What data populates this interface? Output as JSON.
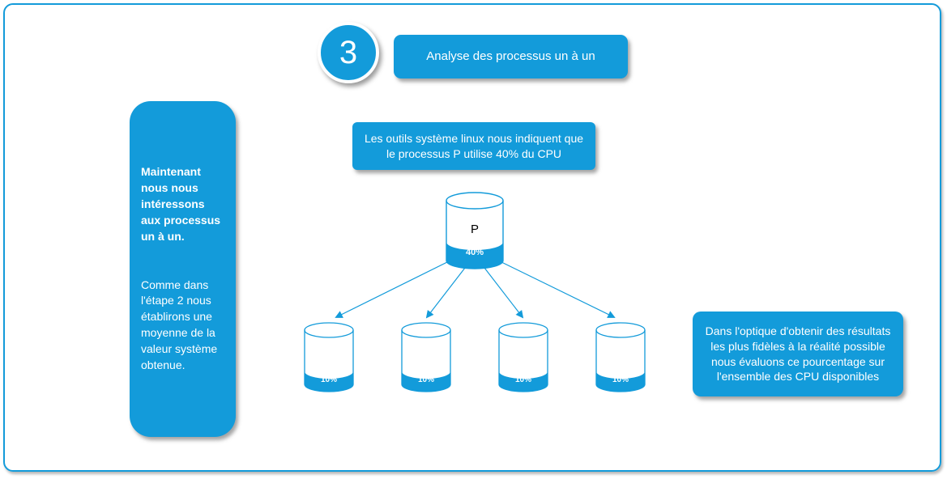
{
  "colors": {
    "accent": "#139BDA",
    "text_on_accent": "#FFFFFF",
    "diagram_text": "#000000"
  },
  "step": {
    "number": "3",
    "title": "Analyse des processus un à un"
  },
  "left_note": {
    "intro": "Maintenant nous nous intéressons aux processus un à un.",
    "detail": "Comme dans l'étape 2 nous établirons une moyenne de la valeur système obtenue."
  },
  "info_note": "Les outils système linux nous indiquent que le processus P utilise 40% du CPU",
  "right_note": "Dans l'optique d'obtenir des résultats les plus fidèles à la réalité possible nous évaluons ce pourcentage sur l'ensemble des CPU disponibles",
  "process": {
    "label": "P",
    "cpu_usage": "40%"
  },
  "cpus": [
    {
      "usage": "10%"
    },
    {
      "usage": "10%"
    },
    {
      "usage": "10%"
    },
    {
      "usage": "10%"
    }
  ]
}
